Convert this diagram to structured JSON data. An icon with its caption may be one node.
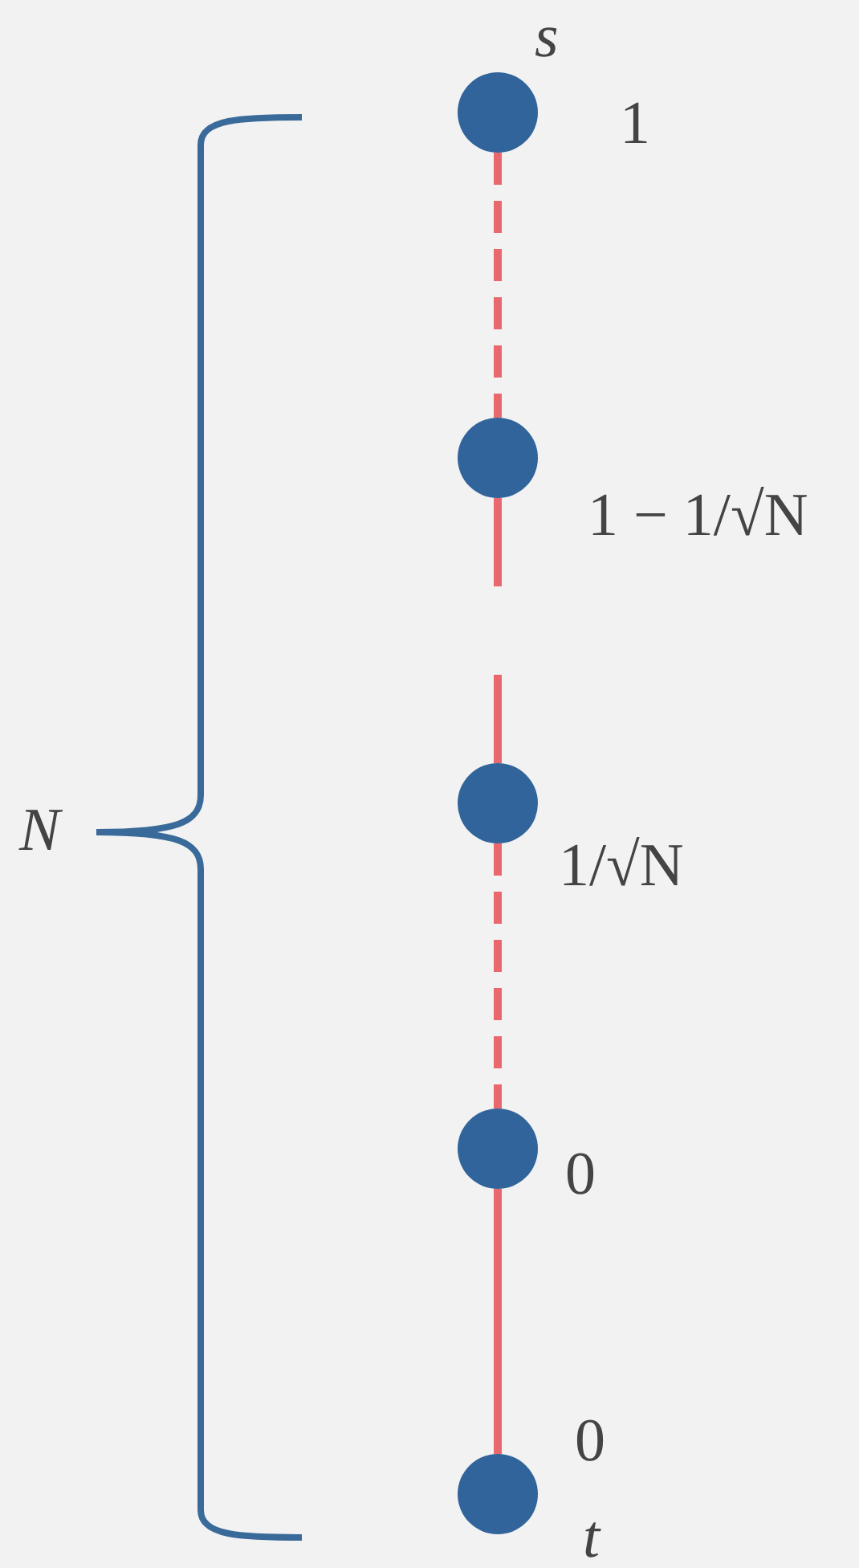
{
  "diagram": {
    "nodes": [
      {
        "text": [],
        "shape": "circle",
        "beside": [
          "s",
          "1"
        ]
      },
      {
        "text": [],
        "shape": "circle",
        "beside": [
          "1 − 1/√N"
        ]
      },
      {
        "text": [],
        "shape": "circle",
        "beside": [
          "1/√N"
        ]
      },
      {
        "text": [],
        "shape": "circle",
        "beside": [
          "0"
        ]
      },
      {
        "text": [],
        "shape": "circle",
        "beside": [
          "0",
          "t"
        ]
      }
    ],
    "edges": [
      {
        "from": 0,
        "to": 1,
        "arrow": "none",
        "style": "dashed"
      },
      {
        "from": 1,
        "to": null,
        "arrow": "none"
      },
      {
        "from": null,
        "to": 2,
        "arrow": "none"
      },
      {
        "from": 2,
        "to": 3,
        "arrow": "none",
        "style": "dashed"
      },
      {
        "from": 3,
        "to": 4,
        "arrow": "none"
      }
    ],
    "labels": [
      "N"
    ]
  }
}
